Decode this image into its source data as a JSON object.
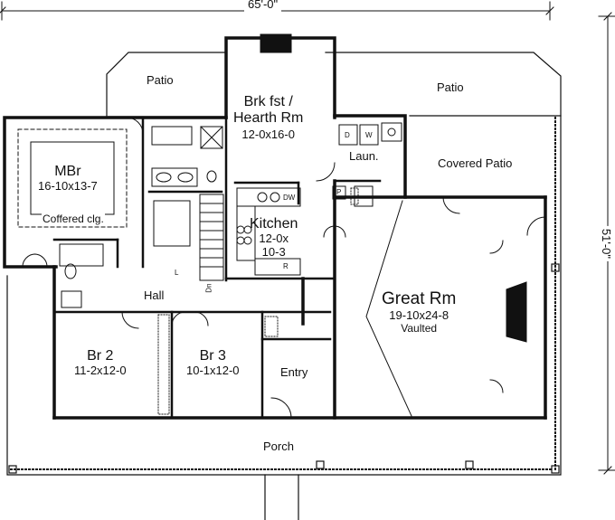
{
  "dimensions": {
    "width": "65'-0\"",
    "depth": "51'-0\""
  },
  "rooms": {
    "patio_left": {
      "name": "Patio"
    },
    "patio_right": {
      "name": "Patio"
    },
    "breakfast": {
      "name_line1": "Brk fst /",
      "name_line2": "Hearth Rm",
      "size": "12-0x16-0"
    },
    "mbr": {
      "name": "MBr",
      "size": "16-10x13-7",
      "note": "Coffered clg."
    },
    "laundry": {
      "name": "Laun."
    },
    "covered_patio": {
      "name": "Covered Patio"
    },
    "kitchen": {
      "name": "Kitchen",
      "size_line1": "12-0x",
      "size_line2": "10-3"
    },
    "hall": {
      "name": "Hall"
    },
    "great_room": {
      "name": "Great Rm",
      "size": "19-10x24-8",
      "note": "Vaulted"
    },
    "br2": {
      "name": "Br 2",
      "size": "11-2x12-0"
    },
    "br3": {
      "name": "Br 3",
      "size": "10-1x12-0"
    },
    "entry": {
      "name": "Entry"
    },
    "porch": {
      "name": "Porch"
    }
  },
  "fixtures": {
    "dryer": "D",
    "washer": "W",
    "dishwasher": "DW",
    "pantry": "P",
    "refrigerator": "R",
    "linen": "L",
    "stairs_down": "Dn"
  }
}
